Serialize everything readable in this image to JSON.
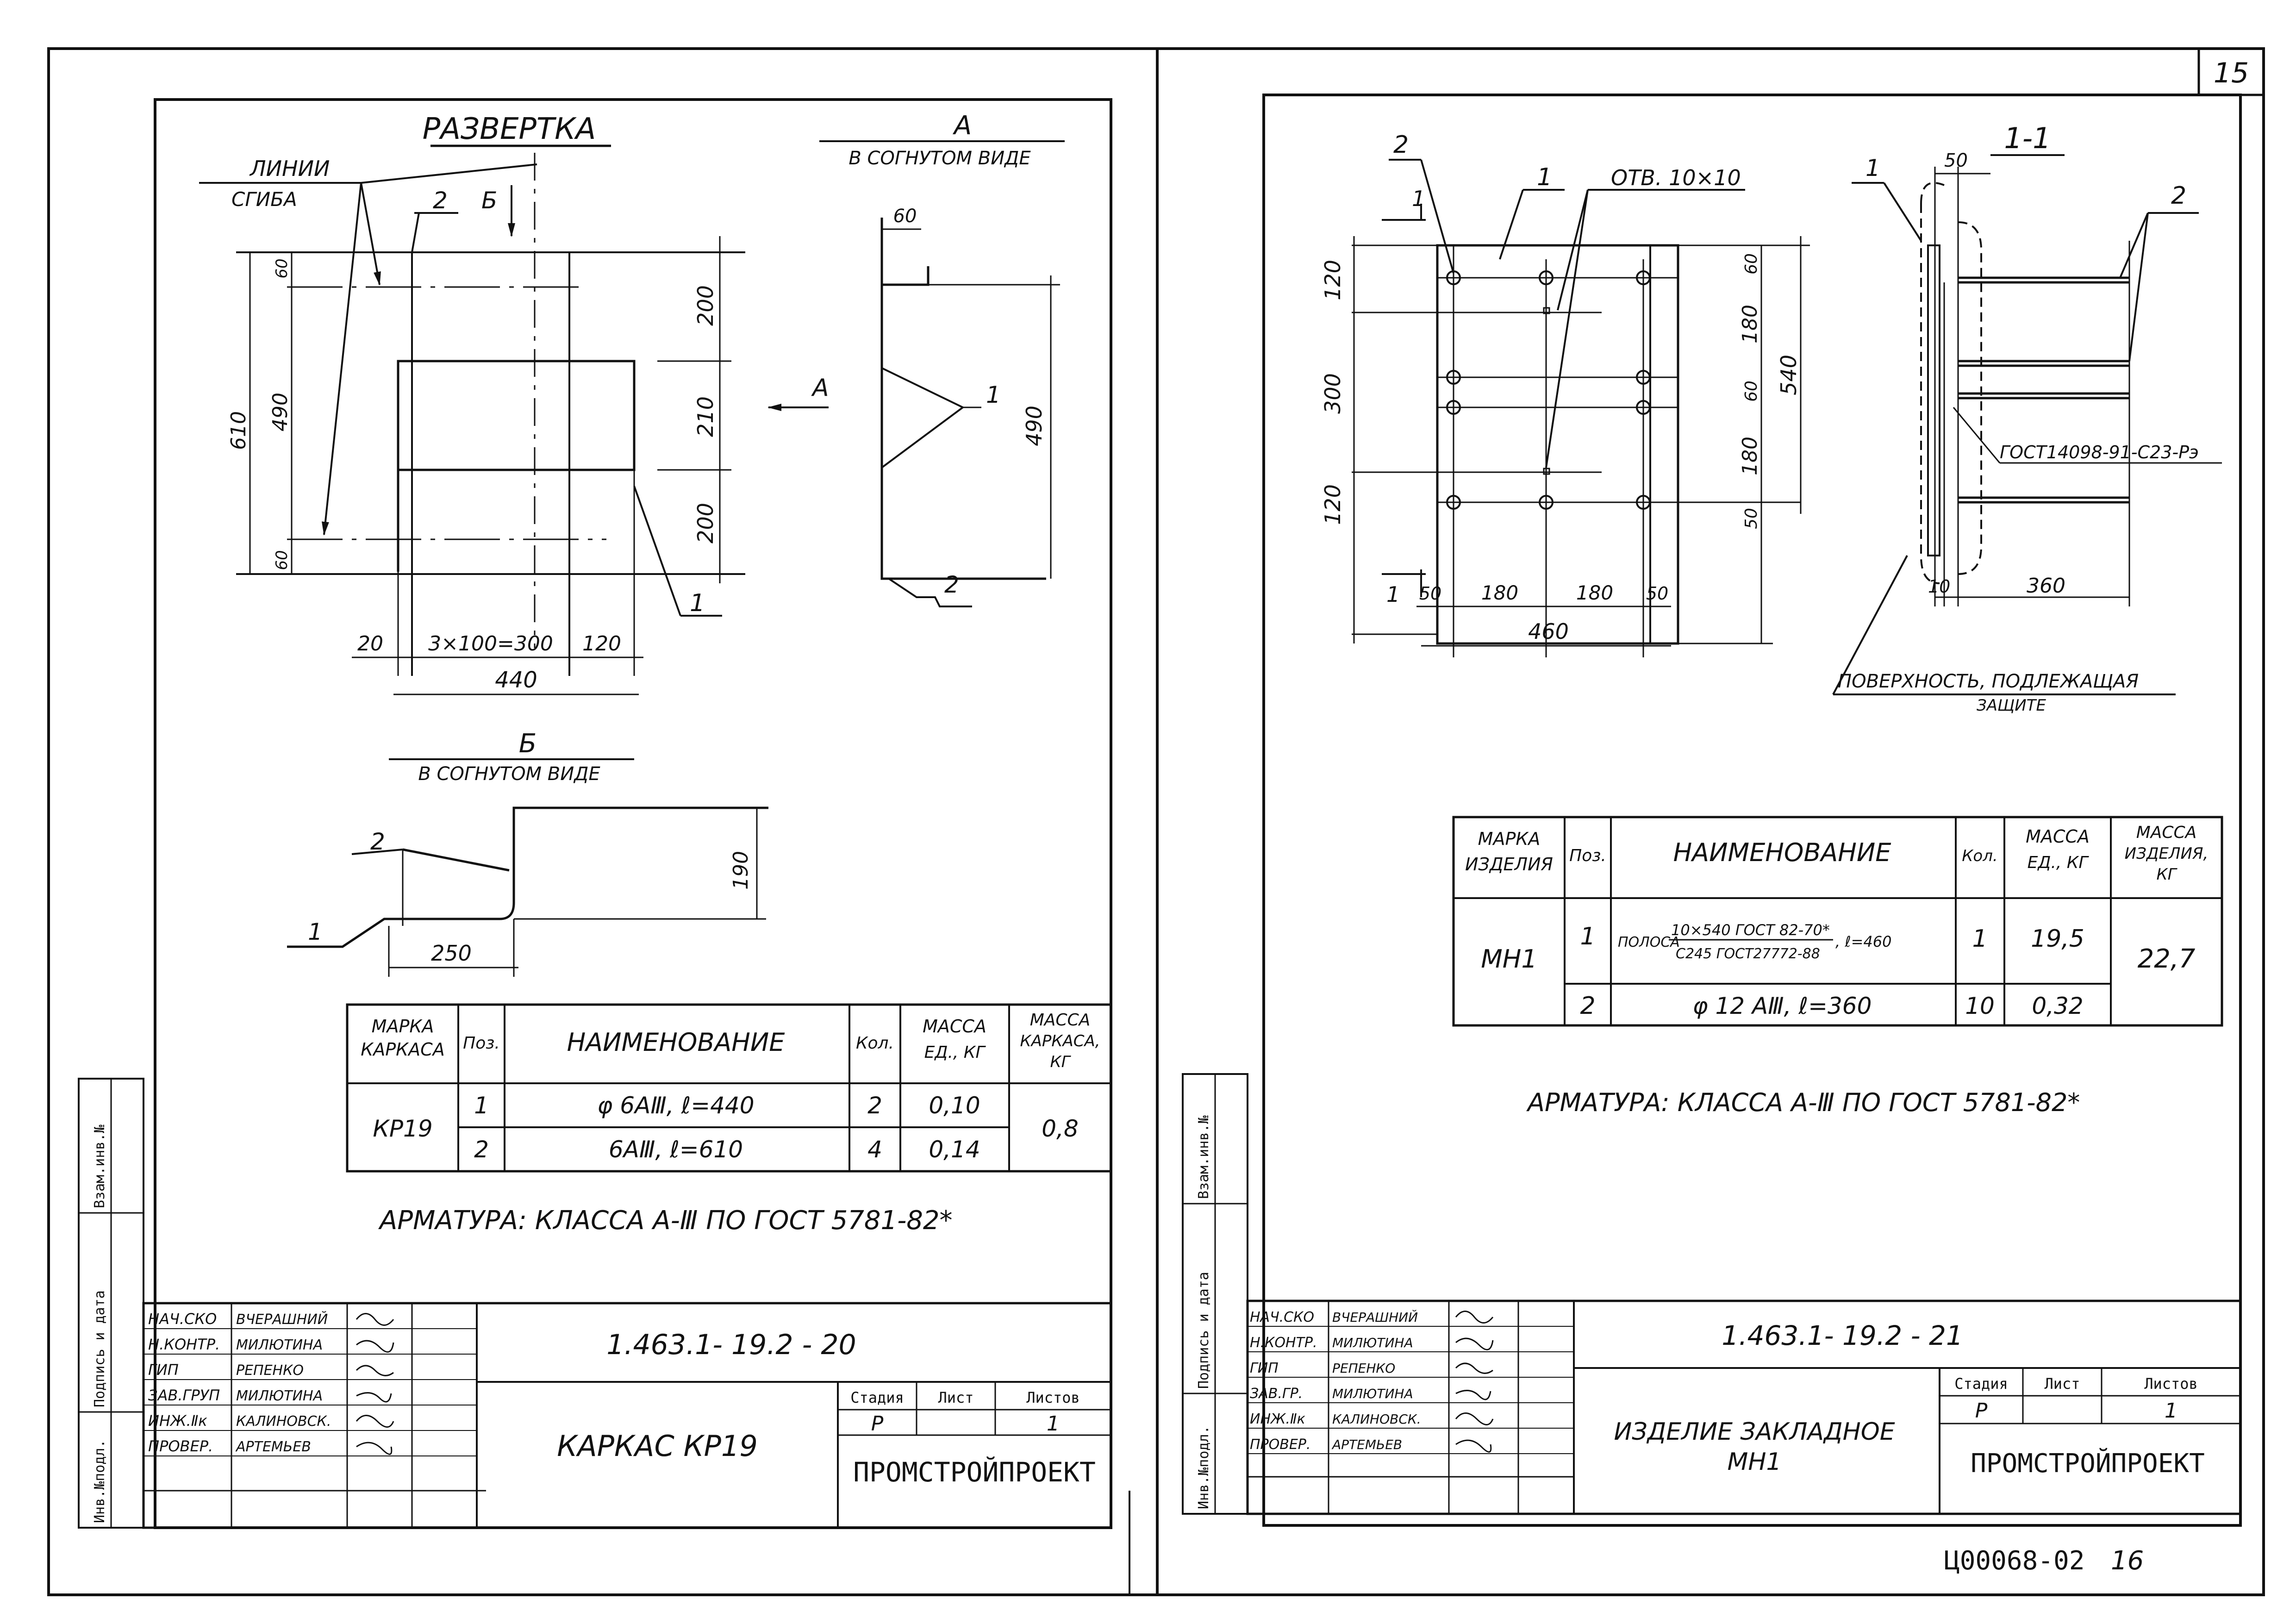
{
  "page_number": "15",
  "footer_code": "Ц00068-02",
  "footer_number": "16",
  "left_sheet": {
    "razvertka_title": "РАЗВЕРТКА",
    "lines_label": "ЛИНИИ",
    "bend_label": "СГИБА",
    "section_a_letter": "А",
    "section_a_caption": "В СОГНУТОМ ВИДЕ",
    "section_b_letter": "Б",
    "section_b_caption": "В СОГНУТОМ ВИДЕ",
    "arrow_a": "А",
    "arrow_b": "Б",
    "pos1": "1",
    "pos2": "2",
    "dims": {
      "d610": "610",
      "d490": "490",
      "d60a": "60",
      "d60b": "60",
      "d200a": "200",
      "d210": "210",
      "d200b": "200",
      "d20": "20",
      "d300": "3×100=300",
      "d120": "120",
      "d440": "440",
      "a60": "60",
      "a490": "490",
      "b190": "190",
      "b250": "250"
    },
    "table": {
      "h_mark": "МАРКА",
      "h_mark2": "КАРКАСА",
      "h_pos": "Поз.",
      "h_name": "НАИМЕНОВАНИЕ",
      "h_qty": "Кол.",
      "h_mass": "МАССА",
      "h_mass2": "ЕД., КГ",
      "h_massk": "МАССА",
      "h_massk2": "КАРКАСА,",
      "h_massk3": "КГ",
      "mark": "КР19",
      "rows": [
        {
          "pos": "1",
          "name": "φ 6АⅢ, ℓ=440",
          "qty": "2",
          "mass": "0,10"
        },
        {
          "pos": "2",
          "name": "6АⅢ, ℓ=610",
          "qty": "4",
          "mass": "0,14"
        }
      ],
      "total": "0,8"
    },
    "note": "АРМАТУРА: КЛАССА А-Ⅲ ПО ГОСТ 5781-82*",
    "stamp": {
      "code": "1.463.1- 19.2 - 20",
      "title": "КАРКАС КР19",
      "stage_h": "Стадия",
      "sheet_h": "Лист",
      "sheets_h": "Листов",
      "stage": "Р",
      "sheet": "",
      "sheets": "1",
      "org": "ПРОМСТРОЙПРОЕКТ",
      "roles": [
        "НАЧ.СКО",
        "Н.КОНТР.",
        "ГИП",
        "ЗАВ.ГРУП",
        "ИНЖ.Ⅱк",
        "ПРОВЕР."
      ],
      "names": [
        "ВЧЕРАШНИЙ",
        "МИЛЮТИНА",
        "РЕПЕНКО",
        "МИЛЮТИНА",
        "КАЛИНОВСК.",
        "АРТЕМЬЕВ"
      ]
    },
    "side_labels": [
      "Инв.№подл.",
      "Подпись и дата",
      "Взам.инв.№"
    ]
  },
  "right_sheet": {
    "pos1": "1",
    "pos2": "2",
    "holes": "ОТВ. 10×10",
    "section_letter": "1",
    "section_title": "1-1",
    "gost_weld": "ГОСТ14098-91-С23-Рэ",
    "surface_note": "ПОВЕРХНОСТЬ, ПОДЛЕЖАЩАЯ",
    "surface_note2": "ЗАЩИТЕ",
    "dims": {
      "d120a": "120",
      "d300": "300",
      "d120b": "120",
      "d60a": "60",
      "d180a": "180",
      "d60b": "60",
      "d180b": "180",
      "d50r": "50",
      "d540": "540",
      "d50a": "50",
      "d180c": "180",
      "d180d": "180",
      "d50b": "50",
      "d460": "460",
      "s50": "50",
      "s10": "10",
      "s360": "360"
    },
    "table": {
      "h_mark": "МАРКА",
      "h_mark2": "ИЗДЕЛИЯ",
      "h_pos": "Поз.",
      "h_name": "НАИМЕНОВАНИЕ",
      "h_qty": "Кол.",
      "h_mass": "МАССА",
      "h_mass2": "ЕД., КГ",
      "h_massi": "МАССА",
      "h_massi2": "ИЗДЕЛИЯ,",
      "h_massi3": "КГ",
      "mark": "МН1",
      "rows": [
        {
          "pos": "1",
          "name_a": "ПОЛОСА",
          "name_num": "10×540 ГОСТ 82-70*",
          "name_den": "С245 ГОСТ27772-88",
          "name_b": ", ℓ=460",
          "qty": "1",
          "mass": "19,5"
        },
        {
          "pos": "2",
          "name": "φ 12 АⅢ, ℓ=360",
          "qty": "10",
          "mass": "0,32"
        }
      ],
      "total": "22,7"
    },
    "note": "АРМАТУРА: КЛАССА А-Ⅲ ПО ГОСТ 5781-82*",
    "stamp": {
      "code": "1.463.1- 19.2 - 21",
      "title": "ИЗДЕЛИЕ ЗАКЛАДНОЕ",
      "title2": "МН1",
      "stage_h": "Стадия",
      "sheet_h": "Лист",
      "sheets_h": "Листов",
      "stage": "Р",
      "sheet": "",
      "sheets": "1",
      "org": "ПРОМСТРОЙПРОЕКТ",
      "roles": [
        "НАЧ.СКО",
        "Н.КОНТР.",
        "ГИП",
        "ЗАВ.ГР.",
        "ИНЖ.Ⅱк",
        "ПРОВЕР."
      ],
      "names": [
        "ВЧЕРАШНИЙ",
        "МИЛЮТИНА",
        "РЕПЕНКО",
        "МИЛЮТИНА",
        "КАЛИНОВСК.",
        "АРТЕМЬЕВ"
      ]
    },
    "side_labels": [
      "Инв.№подл.",
      "Подпись и дата",
      "Взам.инв.№"
    ]
  }
}
